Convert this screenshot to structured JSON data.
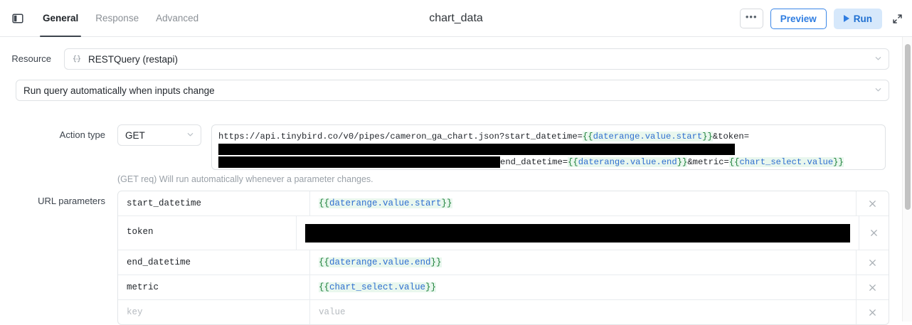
{
  "header": {
    "panel_toggle_icon": "panel-left-icon",
    "tabs": [
      {
        "label": "General",
        "active": true
      },
      {
        "label": "Response",
        "active": false
      },
      {
        "label": "Advanced",
        "active": false
      }
    ],
    "title": "chart_data",
    "more_label": "•••",
    "preview_label": "Preview",
    "run_label": "Run",
    "expand_icon": "expand-diagonal-icon"
  },
  "form": {
    "resource_label": "Resource",
    "resource_icon": "curly-braces-icon",
    "resource_value": "RESTQuery (restapi)",
    "run_mode_value": "Run query automatically when inputs change",
    "action_type_label": "Action type",
    "action_type_value": "GET",
    "url": {
      "part1": "https://api.tinybird.co/v0/pipes/cameron_ga_chart.json?start_datetime=",
      "token1": "{{daterange.value.start}}",
      "part2": "&token=",
      "redacted_1_width": 726,
      "redacted_2_width": 396,
      "part3": "end_datetime=",
      "token2": "{{daterange.value.end}}",
      "part4": "&metric=",
      "token3": "{{chart_select.value}}"
    },
    "hint": "(GET req) Will run automatically whenever a parameter changes.",
    "params_label": "URL parameters",
    "params": [
      {
        "key": "start_datetime",
        "value": "{{daterange.value.start}}",
        "type": "token",
        "tall": false
      },
      {
        "key": "token",
        "value": "",
        "type": "redacted",
        "tall": true
      },
      {
        "key": "end_datetime",
        "value": "{{daterange.value.end}}",
        "type": "token",
        "tall": false
      },
      {
        "key": "metric",
        "value": "{{chart_select.value}}",
        "type": "token",
        "tall": false
      },
      {
        "key": "key",
        "value": "value",
        "type": "placeholder",
        "tall": false
      }
    ],
    "delete_icon": "close-x-icon"
  },
  "colors": {
    "accent": "#2f7de1",
    "run_bg": "#d6e8fb",
    "token_text": "#1a7f37",
    "token_bg": "#e9f7ee"
  }
}
